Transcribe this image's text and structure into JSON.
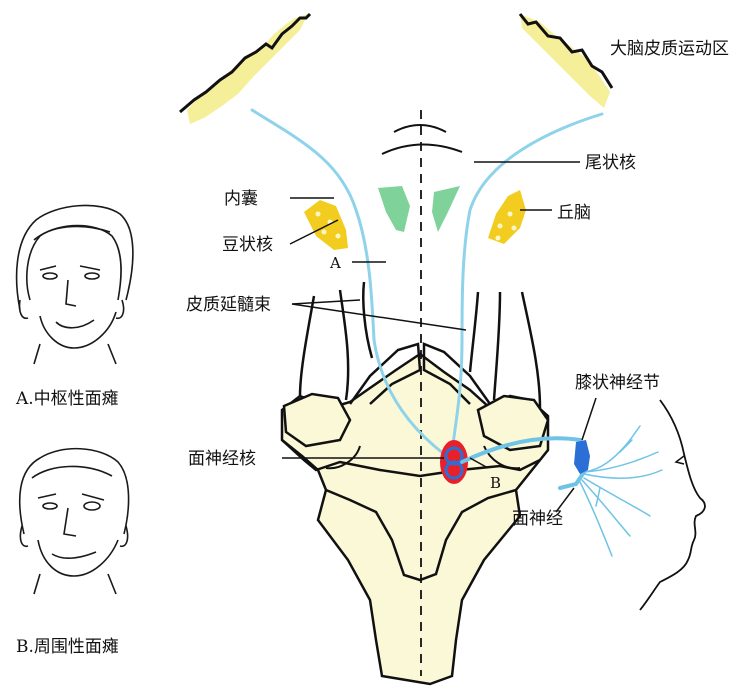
{
  "labels": {
    "motor_cortex": "大脑皮质运动区",
    "caudate": "尾状核",
    "internal_capsule": "内囊",
    "thalamus": "丘脑",
    "lentiform": "豆状核",
    "point_a": "A",
    "corticobulbar": "皮质延髓束",
    "geniculate_ganglion": "膝状神经节",
    "facial_nucleus": "面神经核",
    "point_b": "B",
    "facial_nerve": "面神经"
  },
  "captions": {
    "central": "A.中枢性面瘫",
    "peripheral": "B.周围性面瘫"
  },
  "colors": {
    "tract": "#8fd3ea",
    "nerve": "#6ec3e6",
    "cortex": "#f6ef9a",
    "brainstem": "#fbf8d8",
    "thalamus": "#f2cc1e",
    "caudate": "#7fd29a",
    "nucleus_red": "#e8202a",
    "nucleus_blue": "#2b6fd6"
  }
}
